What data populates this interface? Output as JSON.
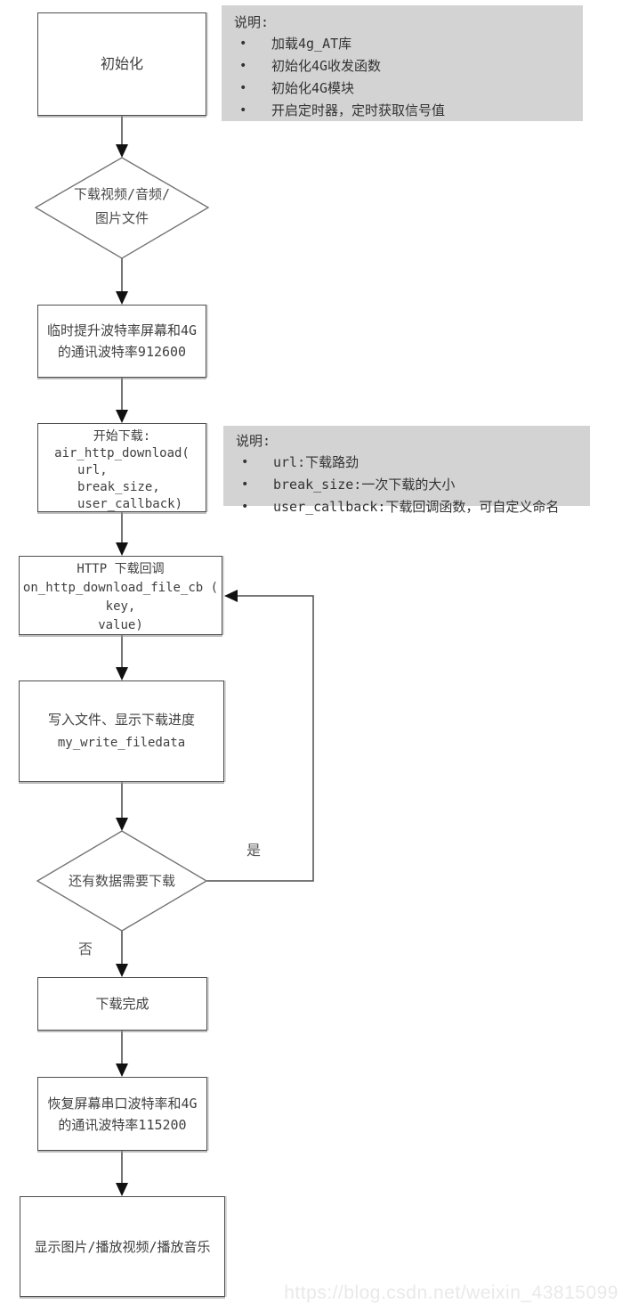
{
  "glyphs": {
    "bullet": "•"
  },
  "notes": {
    "init": {
      "title": "说明:",
      "items": [
        "加载4g_AT库",
        "初始化4G收发函数",
        "初始化4G模块",
        "开启定时器，定时获取信号值"
      ]
    },
    "params": {
      "title": "说明:",
      "items": [
        "url:下载路劲",
        "break_size:一次下载的大小",
        "user_callback:下载回调函数，可自定义命名"
      ]
    }
  },
  "nodes": {
    "init": {
      "label": "初始化"
    },
    "decision_download": {
      "lines": [
        "下载视频/音频/",
        "图片文件"
      ]
    },
    "raise_baud": {
      "lines": [
        "临时提升波特率屏幕和4G",
        "的通讯波特率912600"
      ]
    },
    "start_download": {
      "lines": [
        "开始下载:",
        "air_http_download(",
        "url,",
        "break_size,",
        "user_callback)"
      ]
    },
    "http_callback": {
      "lines": [
        "HTTP 下载回调",
        "on_http_download_file_cb (",
        "key,",
        "value)"
      ]
    },
    "write_file": {
      "lines": [
        "写入文件、显示下载进度",
        "my_write_filedata"
      ]
    },
    "decision_more_data": {
      "label": "还有数据需要下载"
    },
    "download_done": {
      "label": "下载完成"
    },
    "restore_baud": {
      "lines": [
        "恢复屏幕串口波特率和4G",
        "的通讯波特率115200"
      ]
    },
    "show_media": {
      "label": "显示图片/播放视频/播放音乐"
    }
  },
  "edge_labels": {
    "yes": "是",
    "no": "否"
  },
  "watermark": {
    "text": "https://blog.csdn.net/weixin_43815099"
  },
  "colors": {
    "note_bg": "#d3d3d3",
    "box_border": "#4d4d4d",
    "flow_line": "#757575",
    "loop_line": "#4d4d4d",
    "arrowhead": "#111111",
    "text": "#3d3d3d",
    "watermark": "#e9e9ec"
  }
}
